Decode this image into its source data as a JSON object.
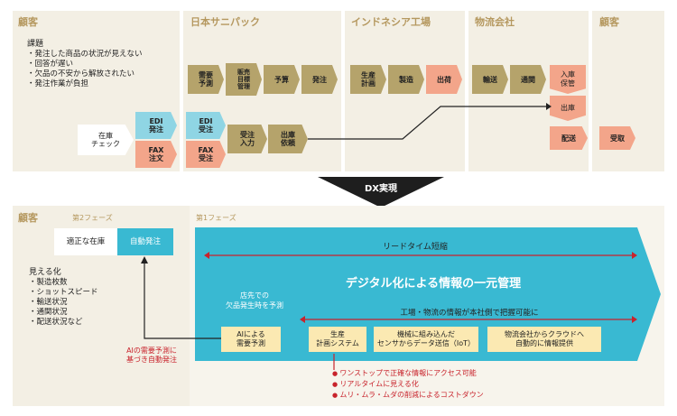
{
  "top": {
    "panels": {
      "customer": "顧客",
      "nihon": "日本サニパック",
      "indonesia": "インドネシア工場",
      "logistics": "物流会社",
      "customer_end": "顧客"
    },
    "issues": {
      "heading": "課題",
      "items": [
        "発注した商品の状況が見えない",
        "回答が遅い",
        "欠品の不安から解放されたい",
        "発注作業が負担"
      ]
    },
    "inventory_check": "在庫\nチェック",
    "edi_order": "EDI\n発注",
    "fax_order": "FAX\n注文",
    "edi_receive": "EDI\n受注",
    "fax_receive": "FAX\n受注",
    "order_entry": "受注\n入力",
    "shipment_request": "出庫\n依頼",
    "nihon_flow": [
      "需要\n予測",
      "販売\n目標\n管理",
      "予算",
      "発注"
    ],
    "factory_flow": [
      "生産\n計画",
      "製造",
      "出荷"
    ],
    "logistics_flow": [
      "輸送",
      "通関"
    ],
    "warehouse_in": "入庫\n保管",
    "warehouse_out": "出庫",
    "delivery": "配送",
    "receive": "受取"
  },
  "dx_label": "DX実現",
  "bottom": {
    "customer": "顧客",
    "phase2": "第2フェーズ",
    "phase1": "第1フェーズ",
    "proper_inventory": "適正な在庫",
    "auto_order": "自動発注",
    "visualize": {
      "heading": "見える化",
      "items": [
        "製造枚数",
        "ショットスピード",
        "輸送状況",
        "通関状況",
        "配送状況など"
      ]
    },
    "ai_note": "AIの需要予測に\n基づき自動発注",
    "lead_time": "リードタイム短縮",
    "main_title": "デジタル化による情報の一元管理",
    "store_note": "店先での\n欠品発生時を予測",
    "shared_info": "工場・物流の情報が本社側で把握可能に",
    "boxes": [
      "AIによる\n需要予測",
      "生産\n計画システム",
      "機械に組み込んだ\nセンサからデータ送信（IoT）",
      "物流会社からクラウドへ\n自動的に情報提供"
    ],
    "benefits": [
      "ワンストップで正確な情報にアクセス可能",
      "リアルタイムに見える化",
      "ムリ・ムラ・ムダの削減によるコストダウン"
    ]
  },
  "colors": {
    "panel": "#f3efe4",
    "tan": "#b5a36b",
    "salmon": "#f3a58a",
    "cyan": "#8fd5e4",
    "teal": "#39b9d2",
    "red": "#c8232c"
  }
}
